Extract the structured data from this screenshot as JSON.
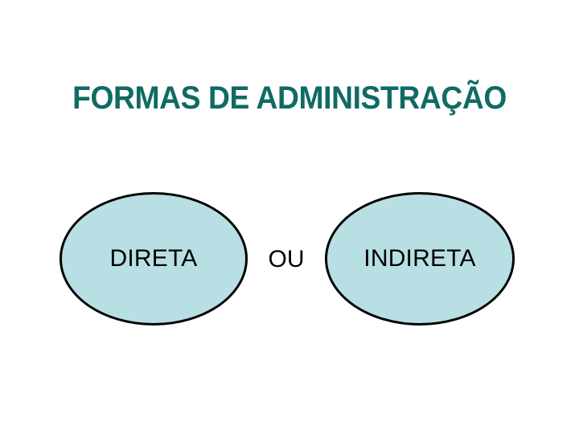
{
  "slide": {
    "title": "FORMAS DE ADMINISTRAÇÃO",
    "title_color": "#0f6b63",
    "background_color": "#ffffff"
  },
  "diagram": {
    "type": "two-option-choice",
    "shape_fill_color": "#b8dfe3",
    "shape_border_color": "#000000",
    "label_color": "#000000",
    "nodes": [
      {
        "id": "direta",
        "label": "DIRETA",
        "shape": "ellipse"
      },
      {
        "id": "indireta",
        "label": "INDIRETA",
        "shape": "ellipse"
      }
    ],
    "connector": {
      "label": "OU"
    }
  }
}
